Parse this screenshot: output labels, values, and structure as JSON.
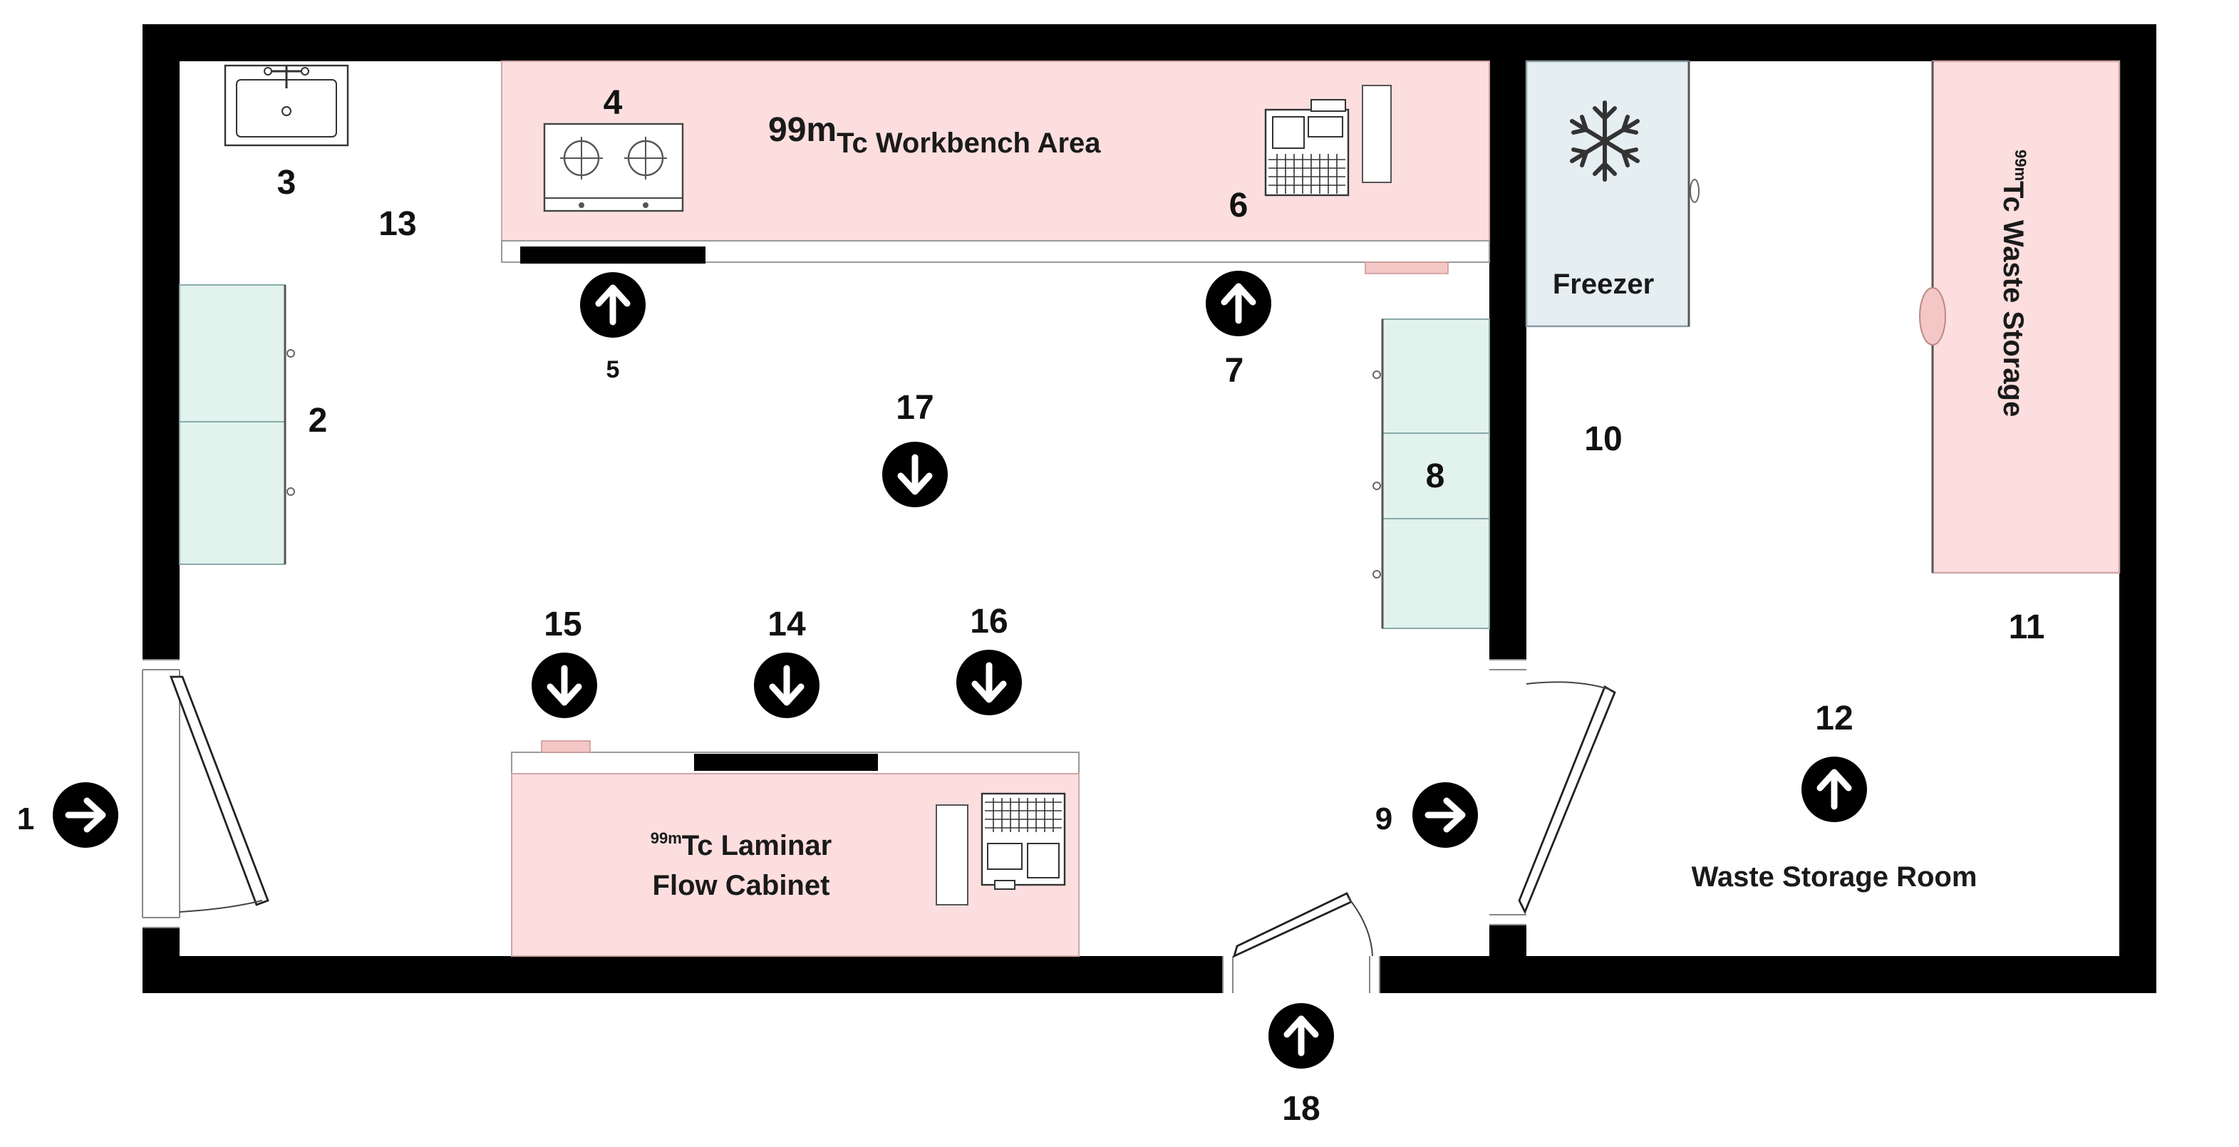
{
  "colors": {
    "wall": "#000000",
    "work_area": "#fcdede",
    "cabinet": "#e2f2ec",
    "freezer": "#e5eef1",
    "arrow_marker": "#000000"
  },
  "areas": {
    "workbench": {
      "isotope": "99m",
      "name": "Tc Workbench Area"
    },
    "laminar": {
      "isotope": "99m",
      "line1": "Tc Laminar",
      "line2": "Flow Cabinet"
    },
    "waste_storage": {
      "isotope": "99m",
      "name": "Tc Waste Storage"
    },
    "freezer": {
      "label": "Freezer",
      "icon": "snowflake-icon"
    },
    "waste_room": {
      "label": "Waste Storage Room"
    }
  },
  "points": [
    {
      "id": "1",
      "direction": "right"
    },
    {
      "id": "2"
    },
    {
      "id": "3"
    },
    {
      "id": "4"
    },
    {
      "id": "5",
      "direction": "up"
    },
    {
      "id": "6"
    },
    {
      "id": "7",
      "direction": "up"
    },
    {
      "id": "8"
    },
    {
      "id": "9",
      "direction": "right"
    },
    {
      "id": "10"
    },
    {
      "id": "11"
    },
    {
      "id": "12",
      "direction": "up"
    },
    {
      "id": "13"
    },
    {
      "id": "14",
      "direction": "down"
    },
    {
      "id": "15",
      "direction": "down"
    },
    {
      "id": "16",
      "direction": "down"
    },
    {
      "id": "17",
      "direction": "down"
    },
    {
      "id": "18",
      "direction": "up"
    }
  ],
  "icons": [
    "sink-icon",
    "hotplate-icon",
    "dose-calibrator-icon",
    "snowflake-icon",
    "arrow-icon",
    "door-icon"
  ]
}
